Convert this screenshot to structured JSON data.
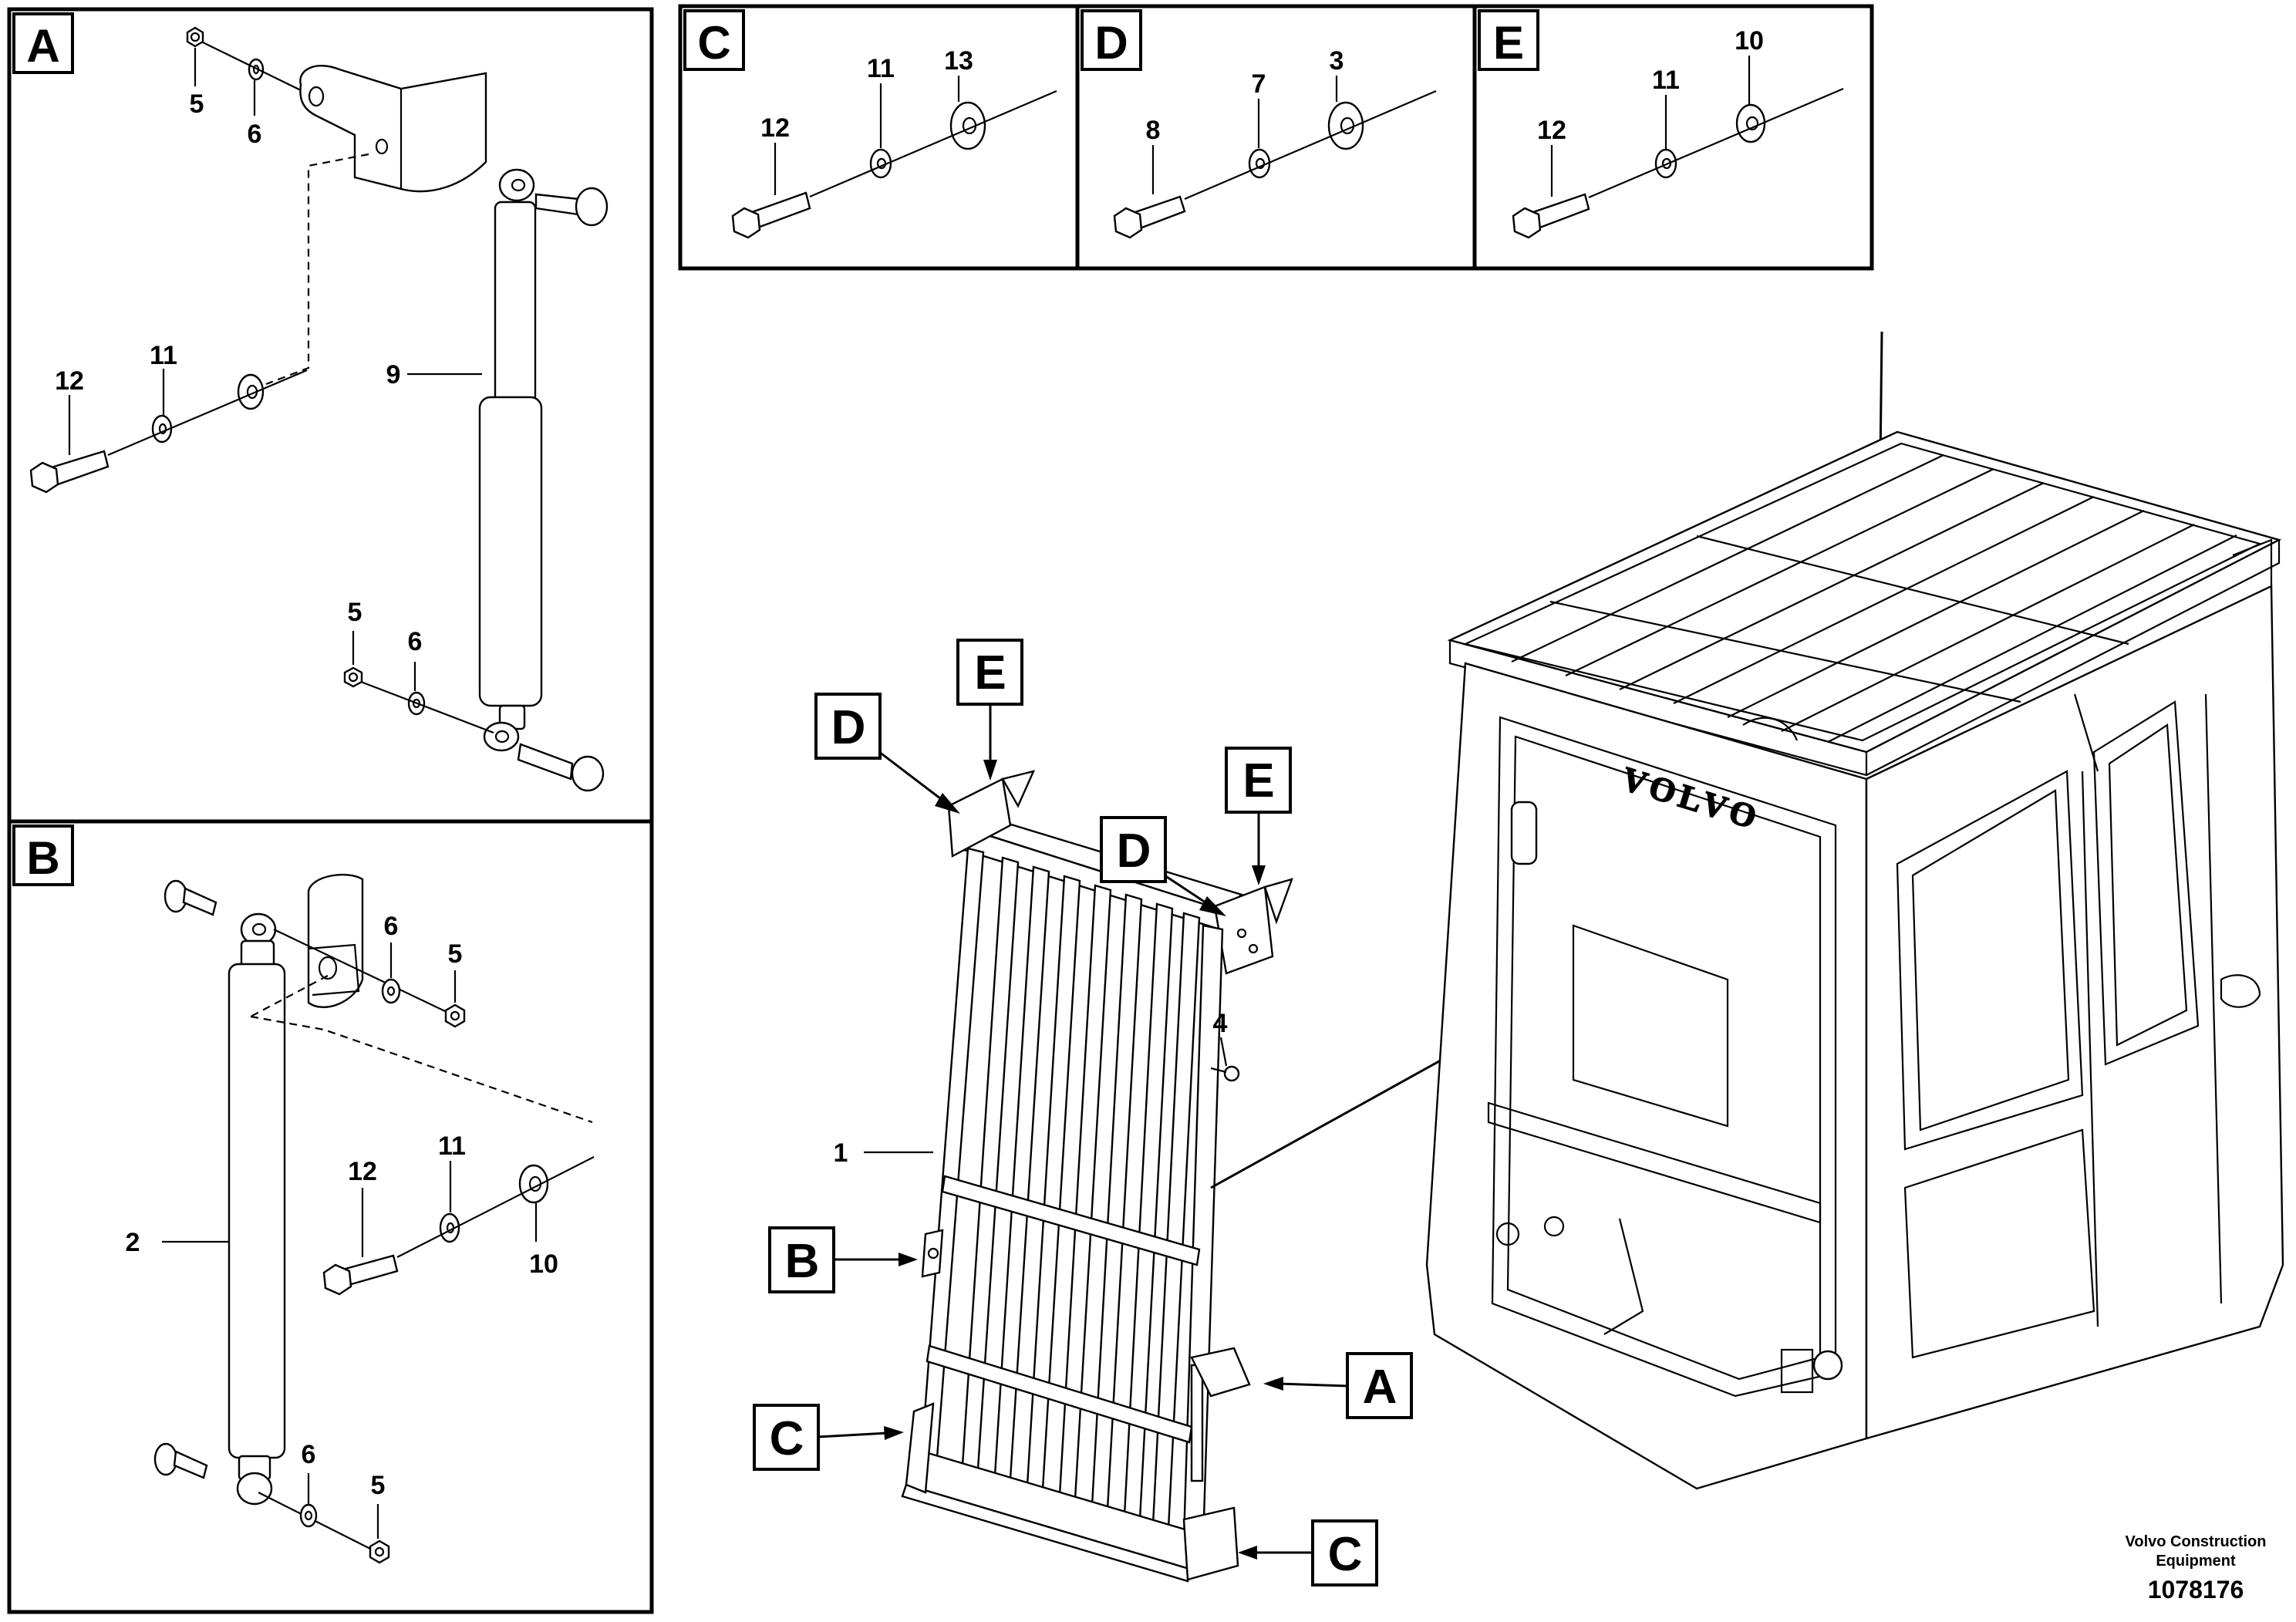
{
  "panels": {
    "A": {
      "letter": "A",
      "labels": {
        "p5_top": "5",
        "p6_top": "6",
        "p12": "12",
        "p11": "11",
        "p9": "9",
        "p5_bot": "5",
        "p6_bot": "6"
      }
    },
    "B": {
      "letter": "B",
      "labels": {
        "p6_top": "6",
        "p5_top": "5",
        "p2": "2",
        "p12": "12",
        "p11": "11",
        "p10": "10",
        "p6_bot": "6",
        "p5_bot": "5"
      }
    },
    "C": {
      "letter": "C",
      "labels": {
        "p12": "12",
        "p11": "11",
        "p13": "13"
      }
    },
    "D": {
      "letter": "D",
      "labels": {
        "p8": "8",
        "p7": "7",
        "p3": "3"
      }
    },
    "E": {
      "letter": "E",
      "labels": {
        "p12": "12",
        "p11": "11",
        "p10": "10"
      }
    }
  },
  "main": {
    "callouts": {
      "D1": "D",
      "E1": "E",
      "D2": "D",
      "E2": "E",
      "B": "B",
      "A": "A",
      "C1": "C",
      "C2": "C"
    },
    "labels": {
      "p4": "4",
      "p1": "1"
    },
    "brand_text": "VOLVO"
  },
  "footer": {
    "company_line1": "Volvo Construction",
    "company_line2": "Equipment",
    "drawing_number": "1078176"
  }
}
